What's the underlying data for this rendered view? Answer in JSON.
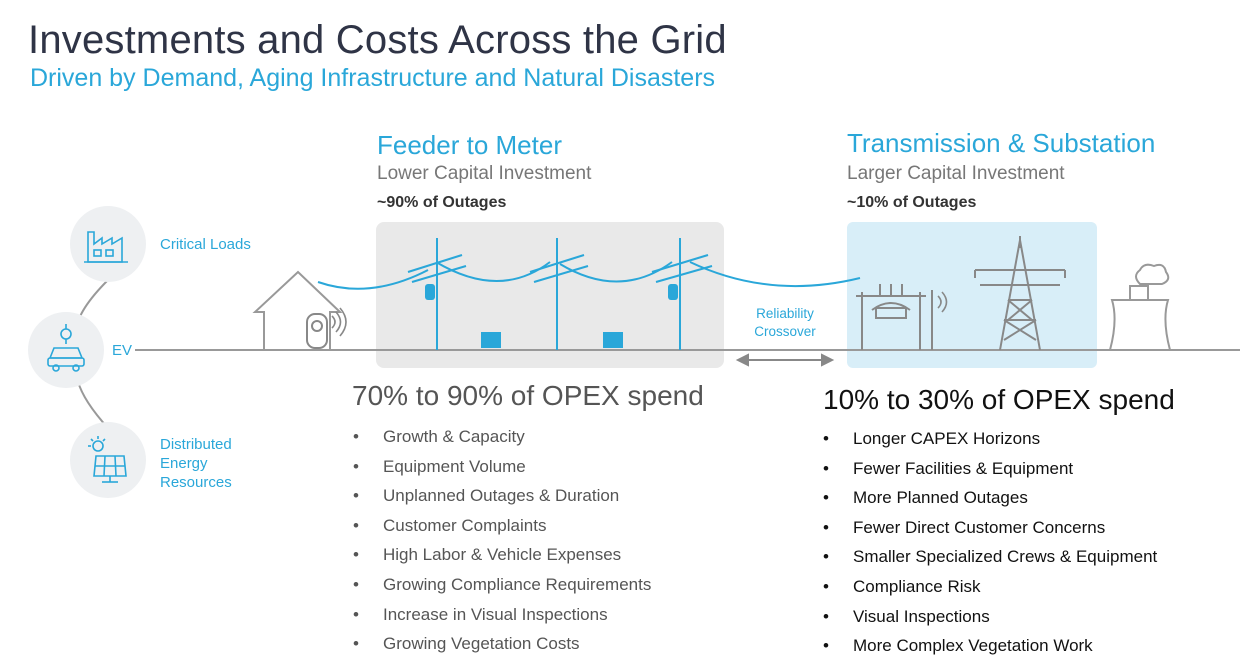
{
  "title": "Investments and Costs Across the Grid",
  "subtitle": "Driven by Demand, Aging Infrastructure and Natural Disasters",
  "left_nodes": {
    "critical_loads": "Critical Loads",
    "ev": "EV",
    "der_line1": "Distributed",
    "der_line2": "Energy",
    "der_line3": "Resources"
  },
  "feeder": {
    "title": "Feeder to Meter",
    "investment": "Lower Capital Investment",
    "outages": "~90% of Outages",
    "opex_range": "70% to 90%",
    "opex_rest": "of OPEX spend",
    "bullets": [
      "Growth & Capacity",
      "Equipment Volume",
      "Unplanned Outages & Duration",
      "Customer Complaints",
      "High Labor & Vehicle Expenses",
      "Growing Compliance Requirements",
      "Increase in Visual Inspections",
      "Growing Vegetation Costs"
    ]
  },
  "crossover": {
    "line1": "Reliability",
    "line2": "Crossover"
  },
  "transmission": {
    "title": "Transmission & Substation",
    "investment": "Larger Capital Investment",
    "outages": "~10% of Outages",
    "opex_range": "10% to 30%",
    "opex_rest": "of OPEX spend",
    "bullets": [
      "Longer CAPEX  Horizons",
      "Fewer Facilities & Equipment",
      "More Planned Outages",
      "Fewer Direct Customer Concerns",
      "Smaller Specialized Crews & Equipment",
      "Compliance Risk",
      "Visual Inspections",
      "More Complex Vegetation Work"
    ]
  },
  "colors": {
    "accent": "#2aa7d9",
    "title": "#2f3446",
    "feeder_panel": "#e9e9e9",
    "transmission_panel": "#d8eef8"
  }
}
